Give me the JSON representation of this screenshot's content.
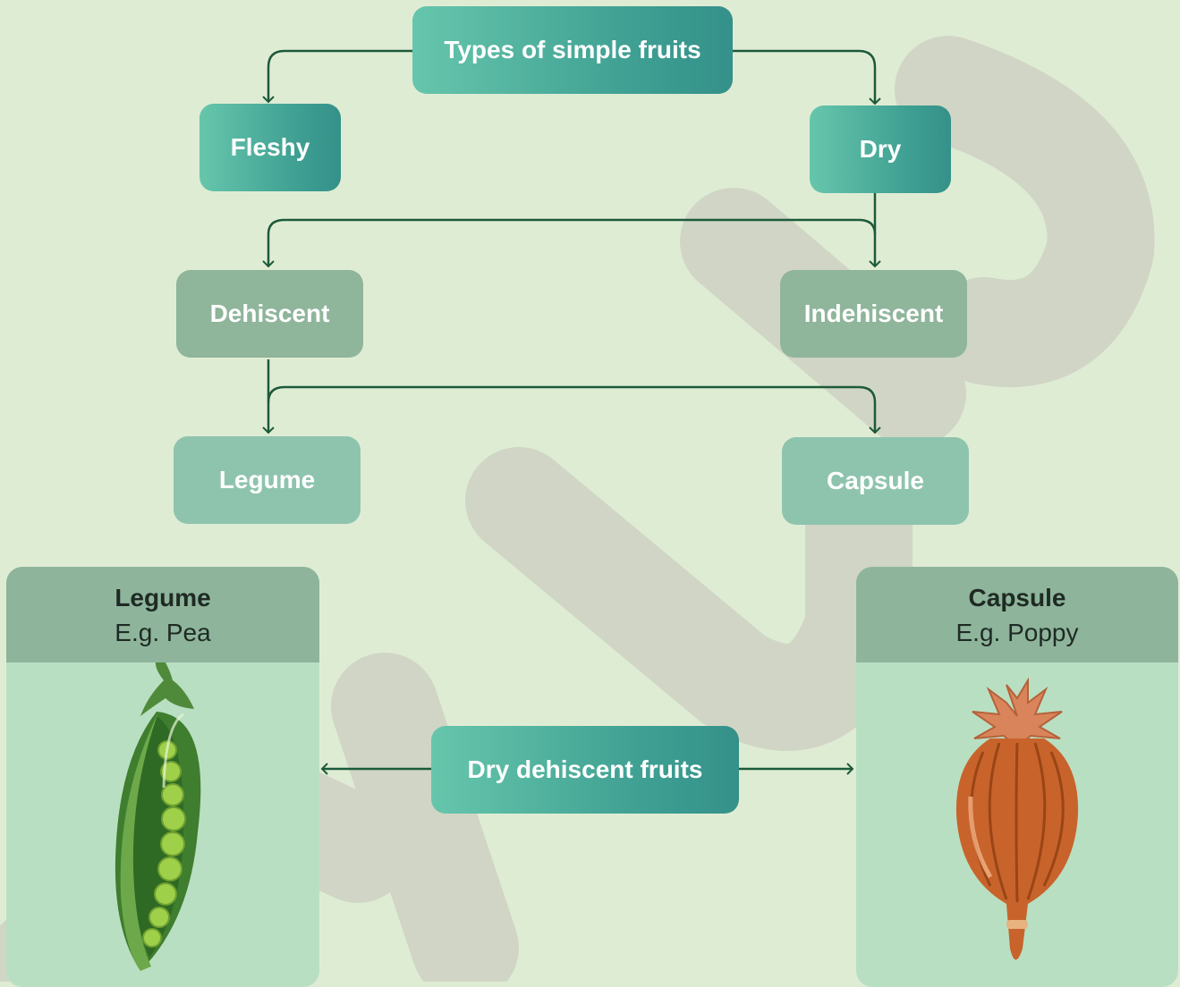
{
  "diagram": {
    "root": "Types of simple fruits",
    "fleshy": "Fleshy",
    "dry": "Dry",
    "dehiscent": "Dehiscent",
    "indehiscent": "Indehiscent",
    "legume": "Legume",
    "capsule": "Capsule",
    "center": "Dry dehiscent fruits"
  },
  "cards": {
    "legume": {
      "title": "Legume",
      "example": "E.g. Pea",
      "art": "pea-pod-illustration"
    },
    "capsule": {
      "title": "Capsule",
      "example": "E.g. Poppy",
      "art": "poppy-capsule-illustration"
    }
  },
  "colors": {
    "background": "#dfecd4",
    "teal_node": "#3e9f92",
    "grey_node": "#8fb59b",
    "connector": "#1c5a3a",
    "watermark": "#c9c9c0"
  },
  "watermark_icon": "byjus-watermark"
}
